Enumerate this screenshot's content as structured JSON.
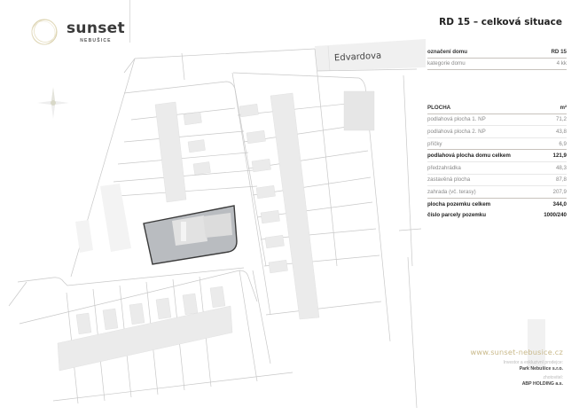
{
  "brand": {
    "name": "sunset",
    "subtitle": "NEBUŠICE"
  },
  "title": "RD 15 – celková situace",
  "street": "Edvardova",
  "house_info": [
    {
      "label": "označení domu",
      "value": "RD 15",
      "style": "hdr"
    },
    {
      "label": "kategorie domu",
      "value": "4 kk",
      "style": "sep"
    }
  ],
  "area_table": {
    "header": {
      "label": "PLOCHA",
      "unit": "m²"
    },
    "rows": [
      {
        "label": "podlahová plocha 1. NP",
        "value": "71,2",
        "style": ""
      },
      {
        "label": "podlahová plocha 2. NP",
        "value": "43,8",
        "style": ""
      },
      {
        "label": "příčky",
        "value": "6,9",
        "style": "sep"
      },
      {
        "label": "podlahová plocha domu celkem",
        "value": "121,9",
        "style": "bold"
      },
      {
        "label": "předzahrádka",
        "value": "48,3",
        "style": ""
      },
      {
        "label": "zastavěná plocha",
        "value": "87,8",
        "style": ""
      },
      {
        "label": "zahrada (vč. terasy)",
        "value": "207,9",
        "style": "sep"
      },
      {
        "label": "plocha pozemku celkem",
        "value": "344,0",
        "style": "bold nob"
      },
      {
        "label": "číslo parcely pozemku",
        "value": "1000/240",
        "style": "bold nob"
      }
    ]
  },
  "footer": {
    "url": "www.sunset-nebusice.cz",
    "investor_label": "Investor a exkluzivní prodejce:",
    "investor": "Park Nebušice s.r.o.",
    "builder_label": "zhotovitel:",
    "builder": "ABP HOLDING a.s."
  },
  "colors": {
    "accent": "#c9b98a",
    "highlight_plot": "#b9bcc0",
    "building": "#e9e9e9",
    "lines": "#c8c8c8"
  }
}
